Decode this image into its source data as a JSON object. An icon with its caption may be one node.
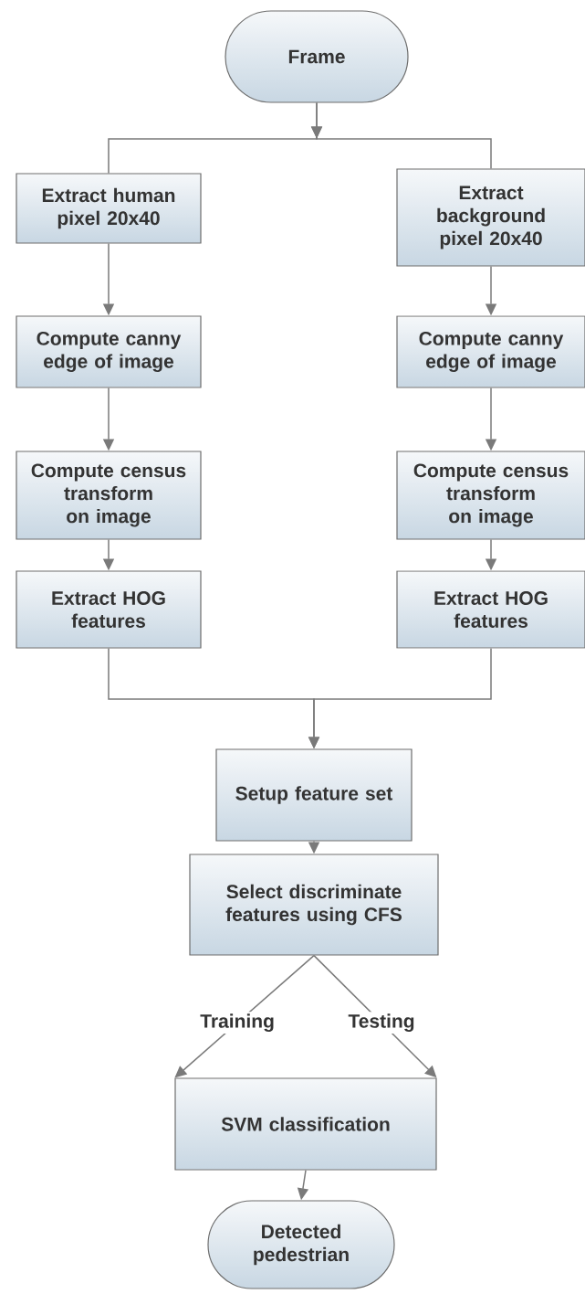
{
  "diagram": {
    "nodes": [
      {
        "text": [
          "Frame"
        ]
      },
      {
        "text": [
          "Extract human pixel 20x40"
        ]
      },
      {
        "text": [
          "Extract background pixel 20x40"
        ]
      },
      {
        "text": [
          "Compute canny edge of image"
        ]
      },
      {
        "text": [
          "Compute canny edge of image"
        ]
      },
      {
        "text": [
          "Compute census transform on image"
        ]
      },
      {
        "text": [
          "Compute census transform on image"
        ]
      },
      {
        "text": [
          "Extract HOG features"
        ]
      },
      {
        "text": [
          "Extract HOG features"
        ]
      },
      {
        "text": [
          "Setup feature set"
        ]
      },
      {
        "text": [
          "Select discriminate features using CFS"
        ]
      },
      {
        "text": [
          "SVM classification"
        ]
      },
      {
        "text": [
          "Detected pedestrian"
        ]
      }
    ],
    "edges": [
      {
        "from": 0,
        "to": 1,
        "arrow": "to"
      },
      {
        "from": 0,
        "to": 2,
        "arrow": "to"
      },
      {
        "from": 1,
        "to": 3,
        "arrow": "to"
      },
      {
        "from": 2,
        "to": 4,
        "arrow": "to"
      },
      {
        "from": 3,
        "to": 5,
        "arrow": "to"
      },
      {
        "from": 4,
        "to": 6,
        "arrow": "to"
      },
      {
        "from": 5,
        "to": 7,
        "arrow": "to"
      },
      {
        "from": 6,
        "to": 8,
        "arrow": "to"
      },
      {
        "from": 7,
        "to": 9,
        "arrow": "to"
      },
      {
        "from": 8,
        "to": 9,
        "arrow": "to"
      },
      {
        "from": 9,
        "to": 10,
        "arrow": "to"
      },
      {
        "from": 10,
        "to": 11,
        "arrow": "to",
        "label": "Training"
      },
      {
        "from": 10,
        "to": 11,
        "arrow": "to",
        "label": "Testing"
      },
      {
        "from": 11,
        "to": 12,
        "arrow": "to"
      }
    ]
  }
}
